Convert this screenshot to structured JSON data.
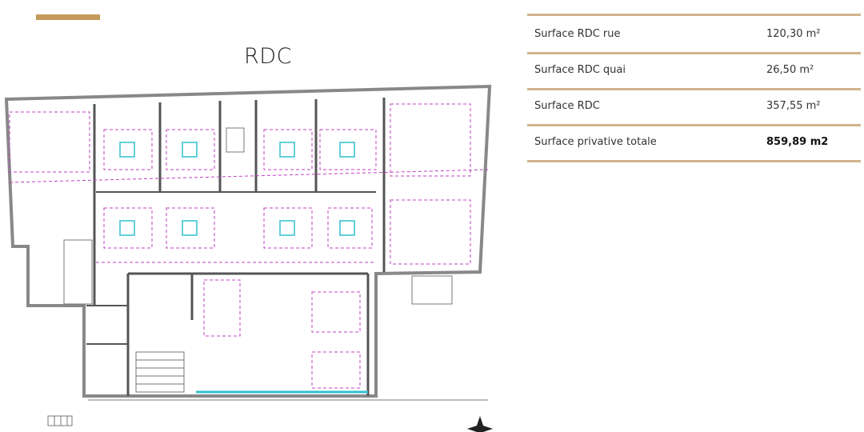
{
  "page": {
    "title": "RDC",
    "accent_color": "#c49a5a",
    "rule_color": "#d2b48c"
  },
  "surfaces": [
    {
      "label": "Surface RDC rue",
      "value": "120,30 m²"
    },
    {
      "label": "Surface RDC quai",
      "value": "26,50 m²"
    },
    {
      "label": "Surface RDC",
      "value": "357,55 m²"
    },
    {
      "label": "Surface privative totale",
      "value": "859,89 m2",
      "bold": true
    }
  ],
  "plan": {
    "name": "floor-plan-rdc"
  }
}
